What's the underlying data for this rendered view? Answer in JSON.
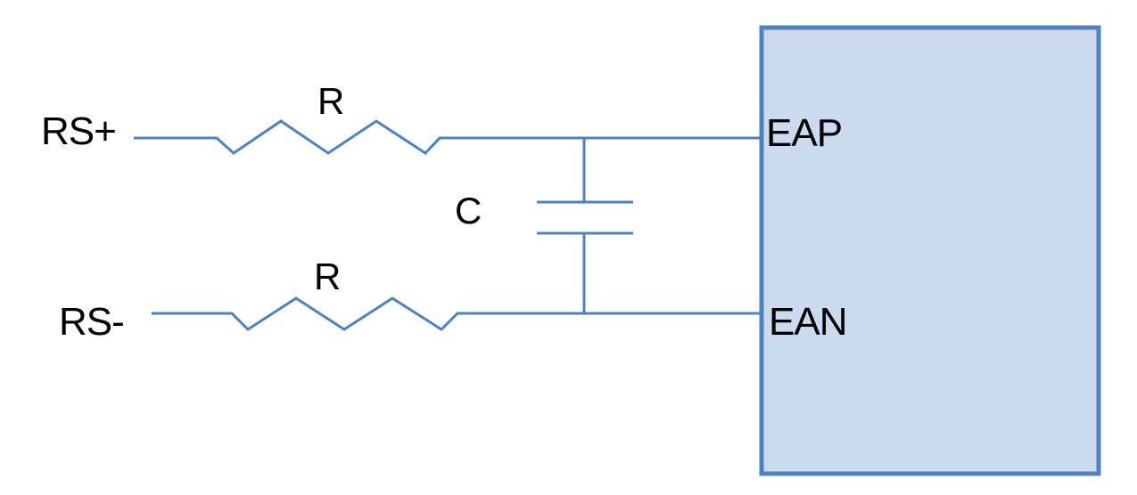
{
  "colors": {
    "background": "#ffffff",
    "wire": "#4F81BD",
    "box_fill": "#CBDAEF",
    "box_border": "#4F81BD",
    "text": "#000000"
  },
  "labels": {
    "rs_plus": "RS+",
    "rs_minus": "RS-",
    "resistor_top": "R",
    "resistor_bottom": "R",
    "capacitor": "C",
    "pin_top": "EAP",
    "pin_bottom": "EAN"
  }
}
